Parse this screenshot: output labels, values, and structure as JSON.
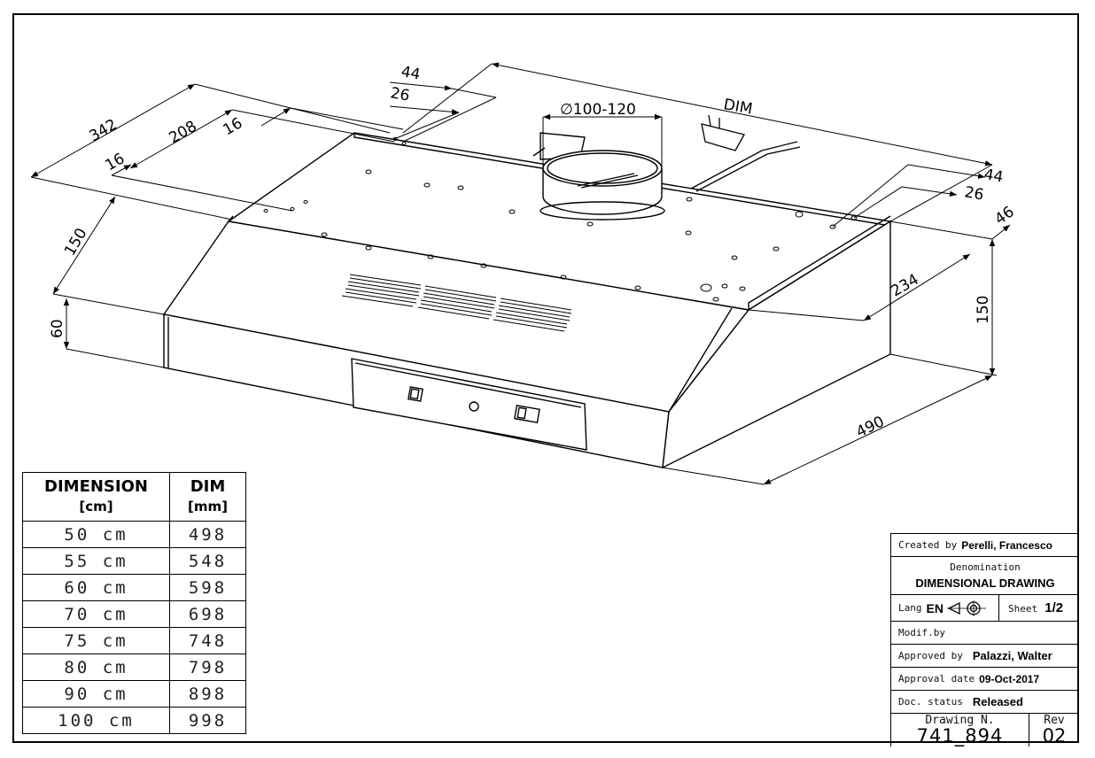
{
  "dimensions": {
    "d342": "342",
    "d208": "208",
    "d16a": "16",
    "d16b": "16",
    "d44a": "44",
    "d26a": "26",
    "d100": "∅100-120",
    "dim_label": "DIM",
    "d44b": "44",
    "d26b": "26",
    "d46": "46",
    "d234": "234",
    "d150a": "150",
    "d150b": "150",
    "d60": "60",
    "d490": "490"
  },
  "table": {
    "headers": [
      {
        "title": "DIMENSION",
        "unit": "[cm]"
      },
      {
        "title": "DIM",
        "unit": "[mm]"
      }
    ],
    "rows": [
      {
        "size": "50 cm",
        "dim": "498"
      },
      {
        "size": "55 cm",
        "dim": "548"
      },
      {
        "size": "60 cm",
        "dim": "598"
      },
      {
        "size": "70 cm",
        "dim": "698"
      },
      {
        "size": "75 cm",
        "dim": "748"
      },
      {
        "size": "80 cm",
        "dim": "798"
      },
      {
        "size": "90 cm",
        "dim": "898"
      },
      {
        "size": "100 cm",
        "dim": "998"
      }
    ]
  },
  "title_block": {
    "created_label": "Created by",
    "created_value": "Perelli, Francesco",
    "denomination_label": "Denomination",
    "denomination_value": "DIMENSIONAL DRAWING",
    "lang_label": "Lang",
    "lang_value": "EN",
    "sheet_label": "Sheet",
    "sheet_value": "1/2",
    "modif_label": "Modif.by",
    "approved_label": "Approved by",
    "approved_value": "Palazzi, Walter",
    "approval_date_label": "Approval date",
    "approval_date_value": "09-Oct-2017",
    "status_label": "Doc. status",
    "status_value": "Released",
    "drawing_label": "Drawing N.",
    "drawing_value": "741_894",
    "rev_label": "Rev",
    "rev_value": "02"
  }
}
